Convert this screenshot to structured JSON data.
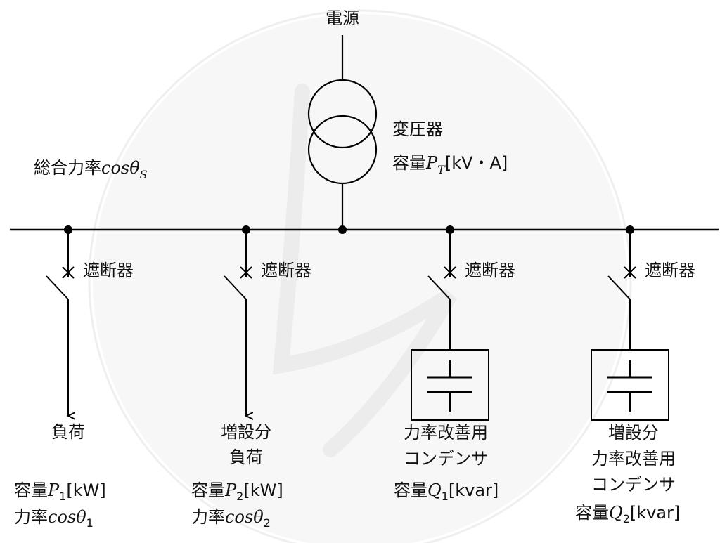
{
  "source": {
    "label": "電源"
  },
  "transformer": {
    "name": "変圧器",
    "cap_prefix": "容量",
    "cap_var": "P",
    "cap_sub": "T",
    "cap_unit": "[kV・A]"
  },
  "bus": {
    "pf_prefix": "総合力率",
    "pf_func": "cos",
    "pf_var": "θ",
    "pf_sub": "S"
  },
  "breaker_label": "遮断器",
  "feeders": {
    "load1": {
      "name": "負荷",
      "cap_prefix": "容量",
      "cap_var": "P",
      "cap_sub": "1",
      "cap_unit": "[kW]",
      "pf_prefix": "力率",
      "pf_func": "cos",
      "pf_var": "θ",
      "pf_sub": "1"
    },
    "load2": {
      "name_line1": "増設分",
      "name_line2": "負荷",
      "cap_prefix": "容量",
      "cap_var": "P",
      "cap_sub": "2",
      "cap_unit": "[kW]",
      "pf_prefix": "力率",
      "pf_func": "cos",
      "pf_var": "θ",
      "pf_sub": "2"
    },
    "cap1": {
      "name_line1": "力率改善用",
      "name_line2": "コンデンサ",
      "cap_prefix": "容量",
      "cap_var": "Q",
      "cap_sub": "1",
      "cap_unit": "[kvar]"
    },
    "cap2": {
      "name_line1": "増設分",
      "name_line2": "力率改善用",
      "name_line3": "コンデンサ",
      "cap_prefix": "容量",
      "cap_var": "Q",
      "cap_sub": "2",
      "cap_unit": "[kvar]"
    }
  },
  "colors": {
    "line": "#000000",
    "watermark": "#ececec"
  }
}
